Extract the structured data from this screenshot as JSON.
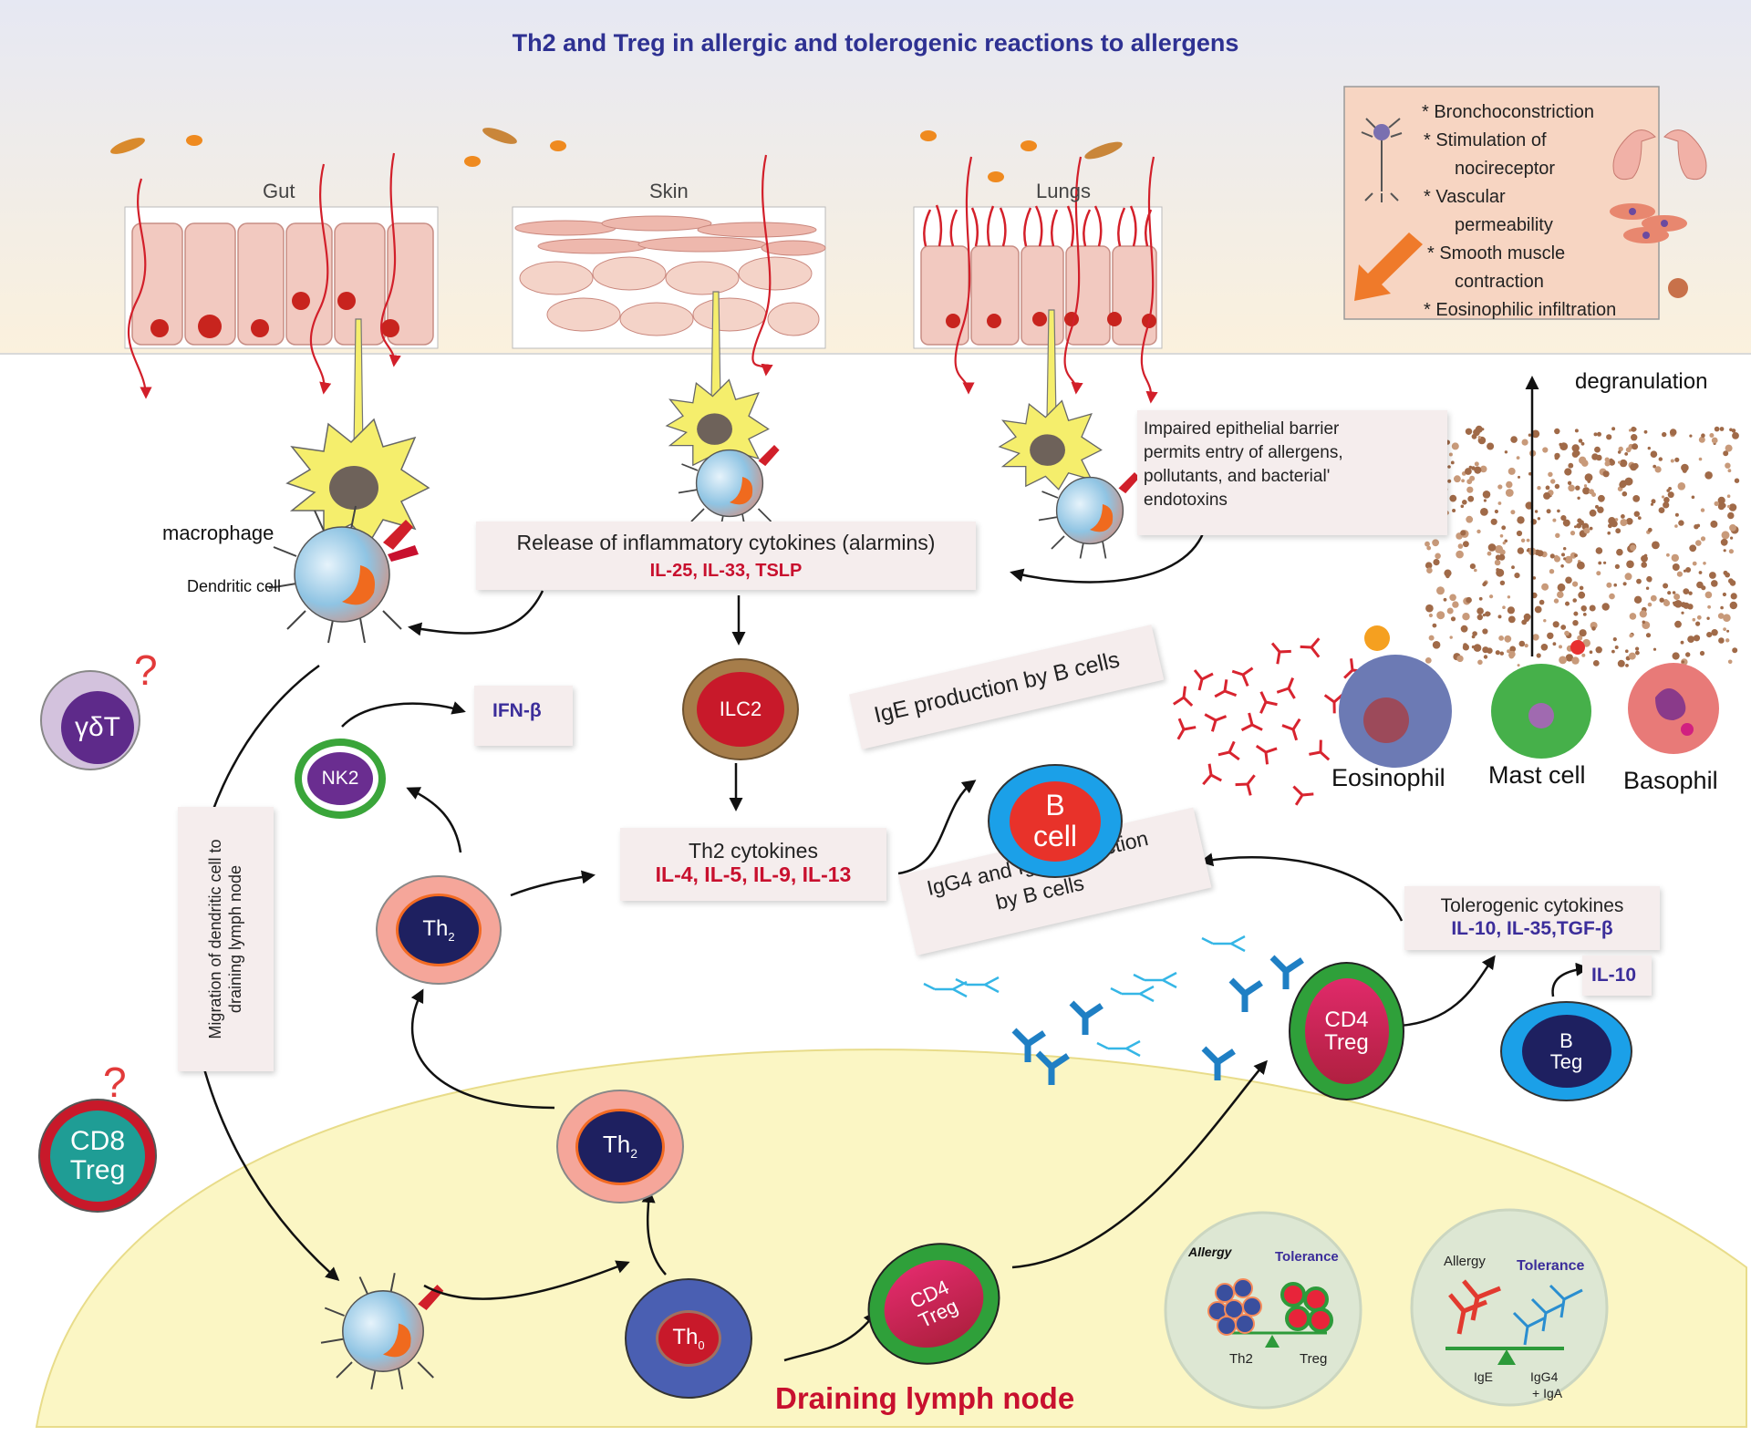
{
  "title": "Th2 and Treg in allergic and tolerogenic reactions to allergens",
  "tissues": {
    "gut": "Gut",
    "skin": "Skin",
    "lungs": "Lungs"
  },
  "effects": {
    "items": [
      "*  Bronchoconstriction",
      "* Stimulation of",
      "nocireceptor",
      "* Vascular",
      "permeability",
      "* Smooth muscle",
      "contraction",
      "*  Eosinophilic infiltration"
    ]
  },
  "labels": {
    "degranulation": "degranulation",
    "macrophage": "macrophage",
    "dendritic_cell": "Dendritic cell",
    "barrier": [
      "Impaired epithelial barrier",
      "permits entry of allergens,",
      "pollutants, and bacterial'",
      "endotoxins"
    ],
    "alarmins_title": "Release of inflammatory cytokines (alarmins)",
    "alarmins_list": "IL-25, IL-33, TSLP",
    "ige_production": "IgE production by B cells",
    "eosinophil": "Eosinophil",
    "mast_cell": "Mast cell",
    "basophil": "Basophil",
    "ifn": "IFN-β",
    "th2_cytokines_title": "Th2 cytokines",
    "th2_cytokines_list": "IL-4, IL-5, IL-9, IL-13",
    "migration": [
      "Migration of dendritic cell to",
      "draining lymph node"
    ],
    "igg4_iga": [
      "IgG4 and IgA production",
      "by B cells"
    ],
    "tolerogenic_title": "Tolerogenic cytokines",
    "tolerogenic_list": "IL-10, IL-35,TGF-β",
    "il10": "IL-10",
    "draining_lymph_node": "Draining lymph node",
    "question": "?"
  },
  "cells": {
    "gdt": "γδT",
    "nk2": "NK2",
    "ilc2": "ILC2",
    "th2_a": "Th",
    "th2_b": "Th",
    "th2_sub": "2",
    "th0": "Th",
    "th0_sub": "0",
    "cd8_treg": [
      "CD8",
      "Treg"
    ],
    "b_cell": [
      "B",
      "cell"
    ],
    "cd4_treg_upper": [
      "CD4",
      "Treg"
    ],
    "cd4_treg_lower": [
      "CD4",
      "Treg"
    ],
    "b_teg": [
      "B",
      "Teg"
    ]
  },
  "balance_left": {
    "allergy": "Allergy",
    "tolerance": "Tolerance",
    "left": "Th2",
    "right": "Treg"
  },
  "balance_right": {
    "allergy": "Allergy",
    "tolerance": "Tolerance",
    "left": "IgE",
    "right": [
      "IgG4",
      "+ IgA"
    ]
  },
  "colors": {
    "title": "#2e3192",
    "red_text": "#c8102e",
    "blue_text": "#3b2d9a",
    "lymph_node": "#fbf6c4",
    "lymph_node_text": "#c8102e"
  }
}
